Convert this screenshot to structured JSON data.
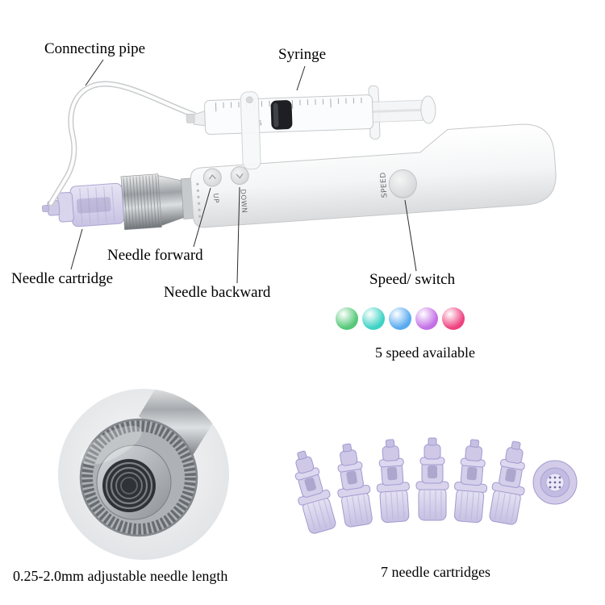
{
  "annotations": {
    "connecting_pipe": "Connecting pipe",
    "syringe": "Syringe",
    "needle_cartridge": "Needle cartridge",
    "needle_forward": "Needle forward",
    "needle_backward": "Needle backward",
    "speed_switch": "Speed/ switch"
  },
  "device": {
    "up_button": "UP",
    "down_button": "DOWN",
    "speed_button": "SPEED",
    "syringe_scale": "5"
  },
  "speed": {
    "caption": "5 speed available",
    "colors": [
      "#55c878",
      "#3ed2c4",
      "#58aaf0",
      "#c36fe6",
      "#ee4280"
    ]
  },
  "bottom_left": {
    "caption": "0.25-2.0mm adjustable needle length"
  },
  "bottom_right": {
    "caption": "7 needle cartridges"
  }
}
